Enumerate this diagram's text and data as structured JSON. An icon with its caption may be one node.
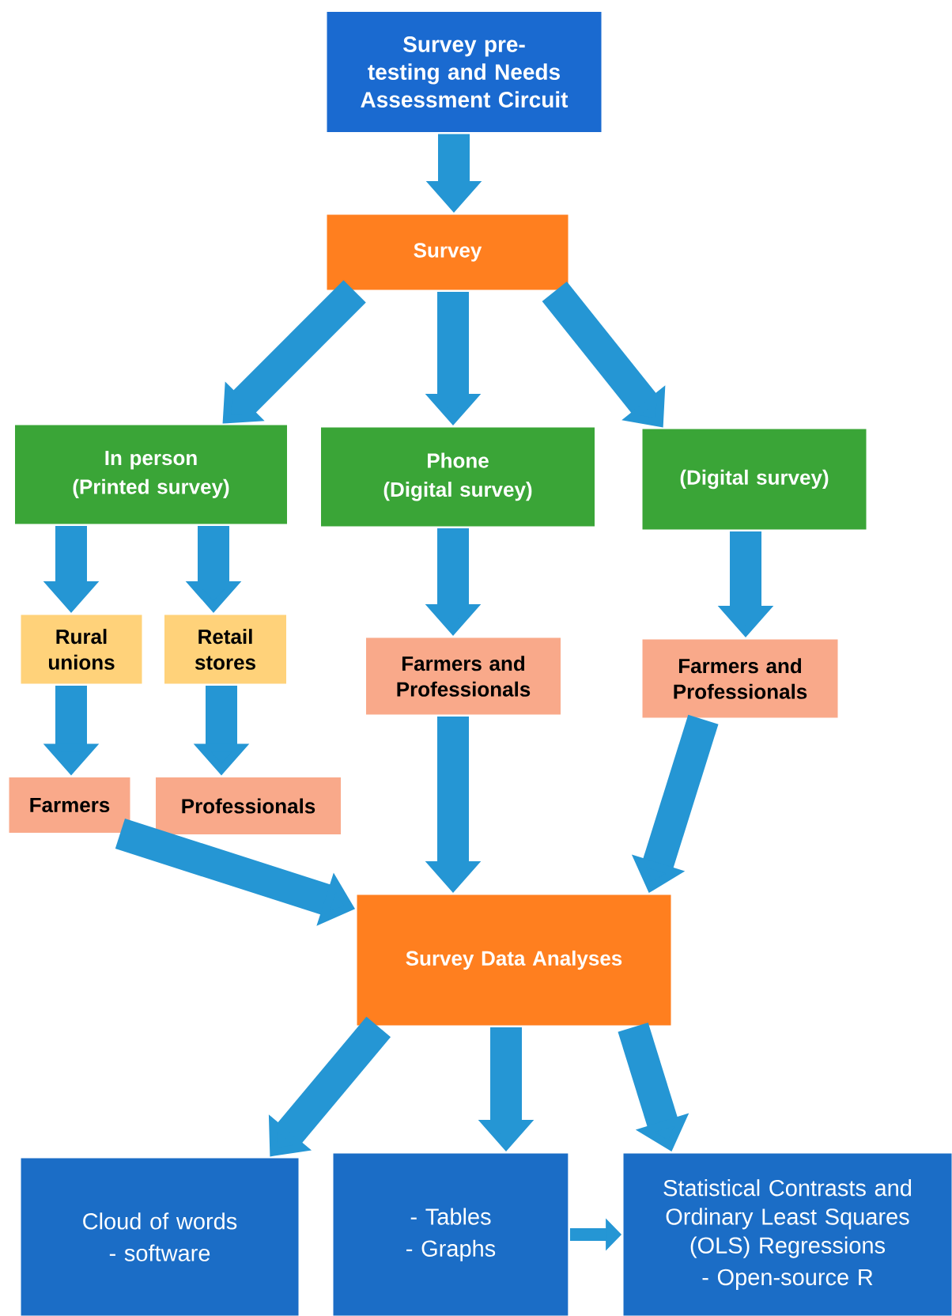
{
  "diagram": {
    "nodes": [
      {
        "text": [
          "Survey pre-testing and Needs Assessment Circuit"
        ]
      },
      {
        "text": [
          "Survey"
        ]
      },
      {
        "text": [
          "In person",
          "(Printed survey)"
        ]
      },
      {
        "text": [
          "Phone",
          "(Digital survey)"
        ]
      },
      {
        "text": [
          "(Digital survey)"
        ]
      },
      {
        "text": [
          "Rural unions"
        ]
      },
      {
        "text": [
          "Retail stores"
        ]
      },
      {
        "text": [
          "Farmers and Professionals"
        ]
      },
      {
        "text": [
          "Farmers and Professionals"
        ]
      },
      {
        "text": [
          "Farmers"
        ]
      },
      {
        "text": [
          "Professionals"
        ]
      },
      {
        "text": [
          "Survey Data Analyses"
        ]
      },
      {
        "text": [
          "Cloud of words",
          "- software"
        ]
      },
      {
        "text": [
          "- Tables",
          "- Graphs"
        ]
      },
      {
        "text": [
          "Statistical Contrasts and Ordinary Least Squares (OLS) Regressions",
          "- Open-source R"
        ]
      }
    ],
    "edges": [
      {
        "from": 0,
        "to": 1,
        "arrow": "to"
      },
      {
        "from": 1,
        "to": 2,
        "arrow": "to"
      },
      {
        "from": 1,
        "to": 3,
        "arrow": "to"
      },
      {
        "from": 1,
        "to": 4,
        "arrow": "to"
      },
      {
        "from": 2,
        "to": 5,
        "arrow": "to"
      },
      {
        "from": 2,
        "to": 6,
        "arrow": "to"
      },
      {
        "from": 3,
        "to": 7,
        "arrow": "to"
      },
      {
        "from": 4,
        "to": 8,
        "arrow": "to"
      },
      {
        "from": 5,
        "to": 9,
        "arrow": "to"
      },
      {
        "from": 6,
        "to": 10,
        "arrow": "to"
      },
      {
        "from": 9,
        "to": 11,
        "arrow": "to"
      },
      {
        "from": 7,
        "to": 11,
        "arrow": "to"
      },
      {
        "from": 8,
        "to": 11,
        "arrow": "to"
      },
      {
        "from": 11,
        "to": 12,
        "arrow": "to"
      },
      {
        "from": 11,
        "to": 13,
        "arrow": "to"
      },
      {
        "from": 11,
        "to": 14,
        "arrow": "to"
      },
      {
        "from": 13,
        "to": 14,
        "arrow": "to"
      }
    ]
  }
}
